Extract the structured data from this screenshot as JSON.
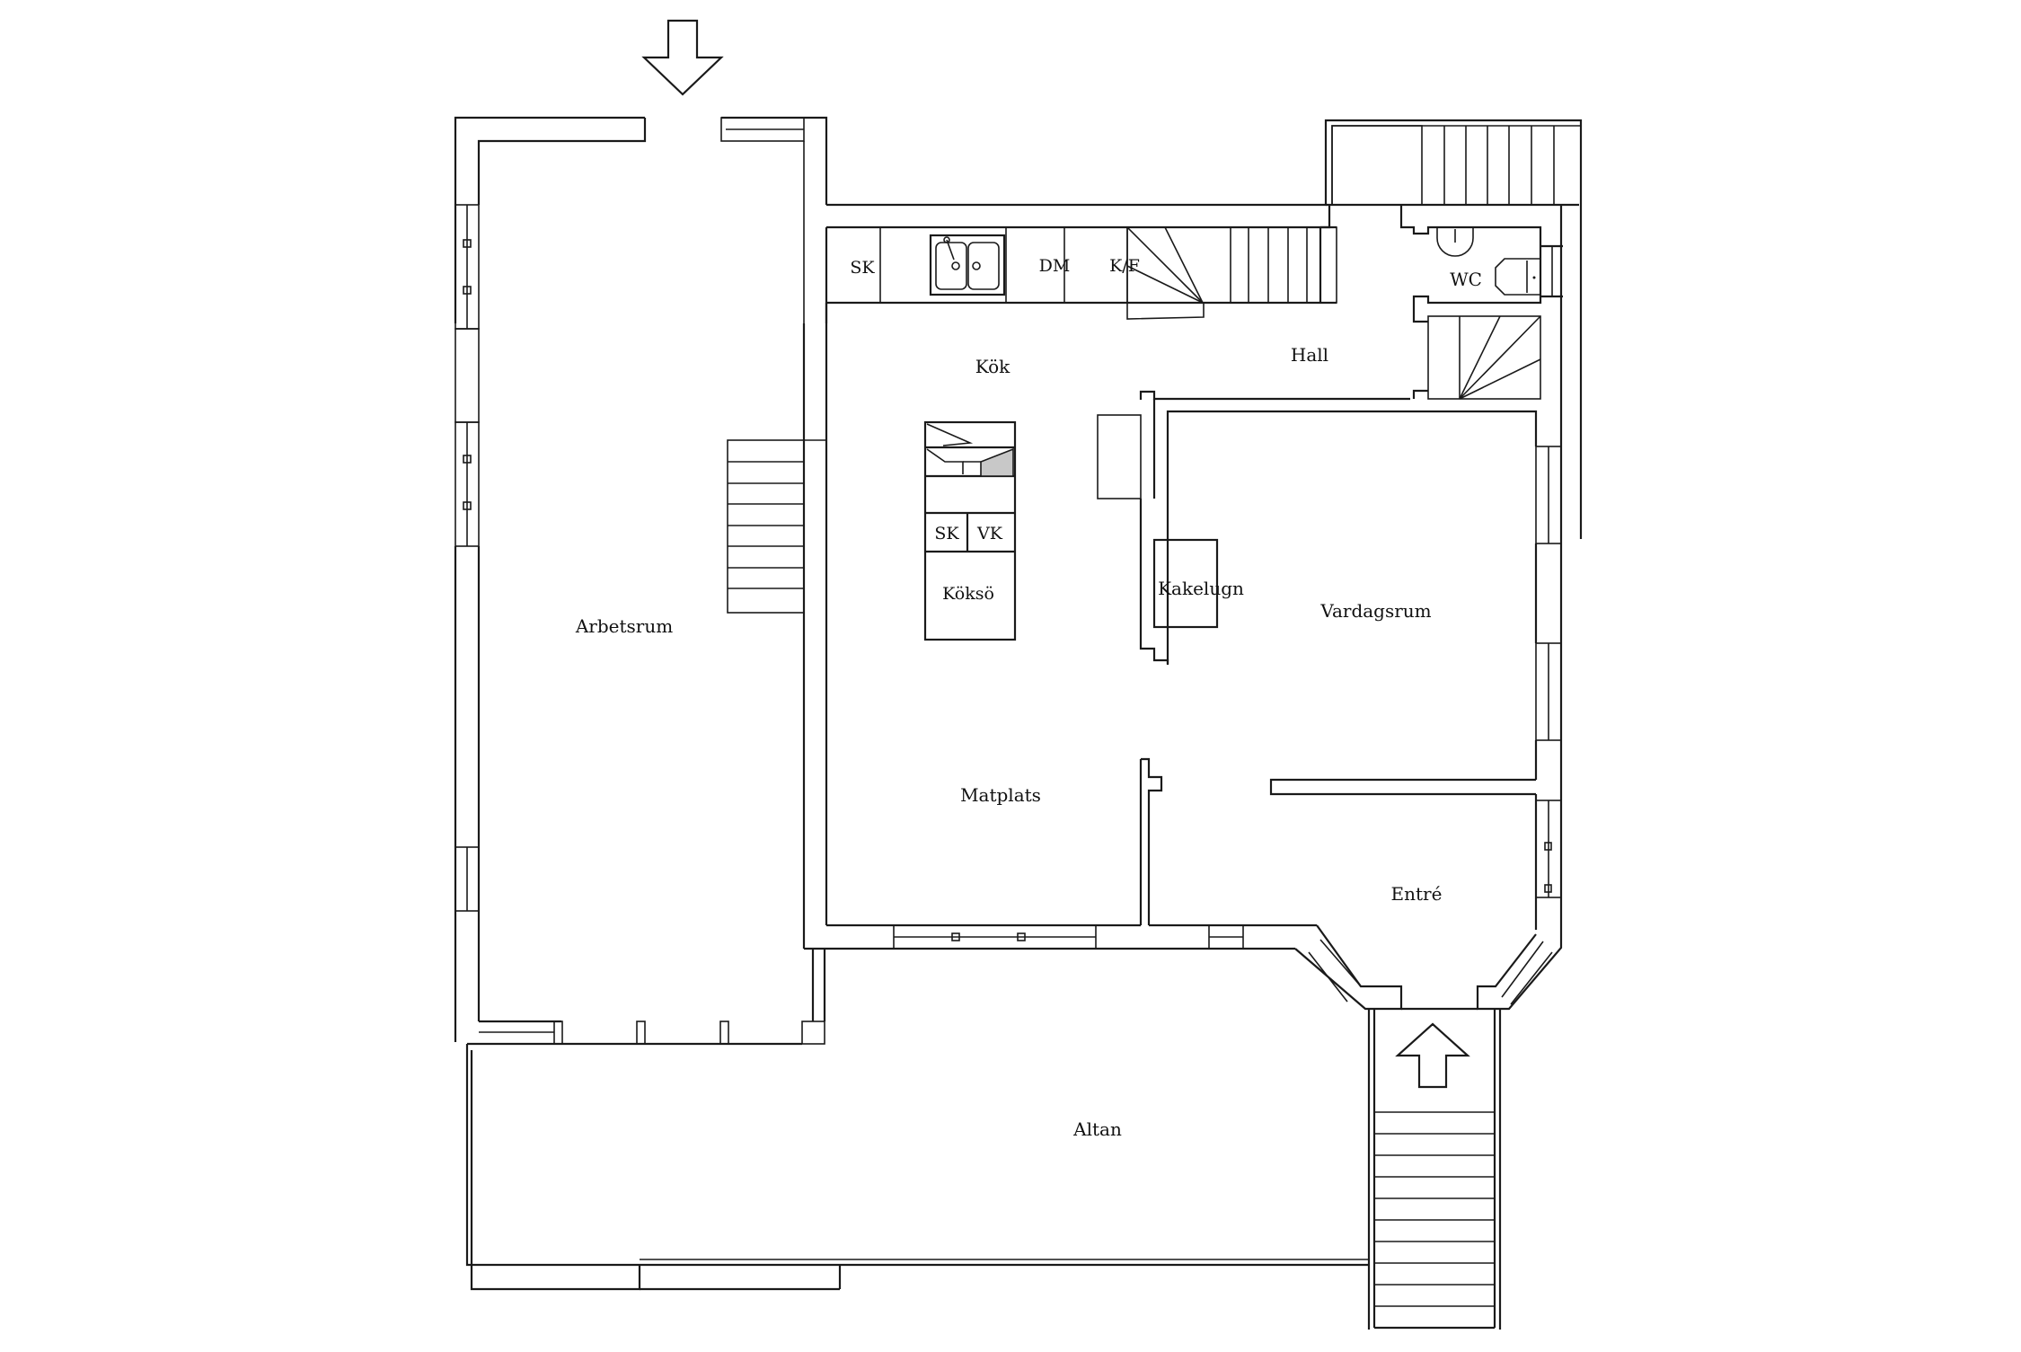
{
  "plan": {
    "title": "Floor plan",
    "line_color": "#1a1a1a",
    "background": "#ffffff",
    "accent_fill": "#c8c8c8"
  },
  "rooms": {
    "arbetsrum": "Arbetsrum",
    "kok": "Kök",
    "hall": "Hall",
    "wc": "WC",
    "vardagsrum": "Vardagsrum",
    "matplats": "Matplats",
    "entre": "Entré",
    "altan": "Altan",
    "kakelugn": "Kakelugn"
  },
  "fixtures": {
    "counter_sk": "SK",
    "counter_dm": "DM",
    "counter_kf": "K/F",
    "island_sk": "SK",
    "island_vk": "VK",
    "island": "Köksö"
  },
  "icons": {
    "entry_arrow_top": "arrow-down-icon",
    "entry_arrow_front": "arrow-up-icon"
  }
}
